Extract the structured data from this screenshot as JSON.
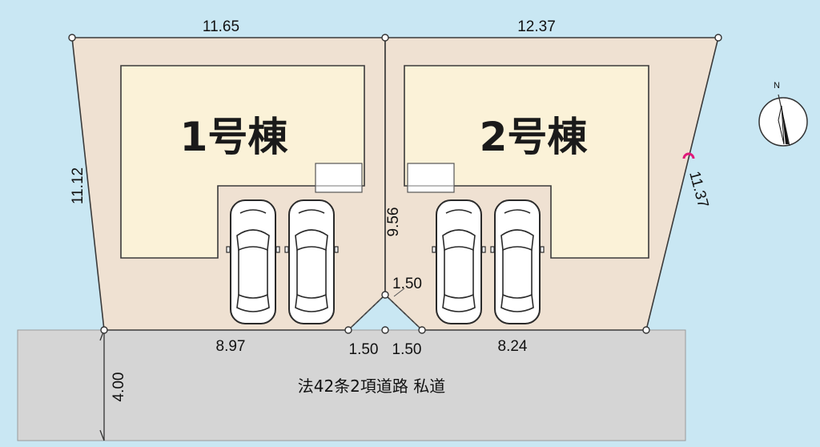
{
  "plot": {
    "top_left_width": "11.65",
    "top_right_width": "12.37",
    "left_side": "11.12",
    "right_side": "11.37",
    "divider": "9.56",
    "bottom_left": "8.97",
    "bottom_right": "8.24",
    "corner_cut_diagonal": "1.50",
    "corner_cut_left": "1.50",
    "corner_cut_right": "1.50",
    "road_width": "4.00"
  },
  "buildings": [
    {
      "label": "1号棟"
    },
    {
      "label": "2号棟"
    }
  ],
  "road": {
    "label": "法42条2項道路 私道"
  },
  "compass": {
    "north": "N"
  },
  "colors": {
    "background": "#c9e7f3",
    "lot": "#efe1d2",
    "building": "#fbf2d8",
    "road": "#d5d5d5",
    "outline": "#3a3a3a",
    "marker": "#e0197a"
  }
}
